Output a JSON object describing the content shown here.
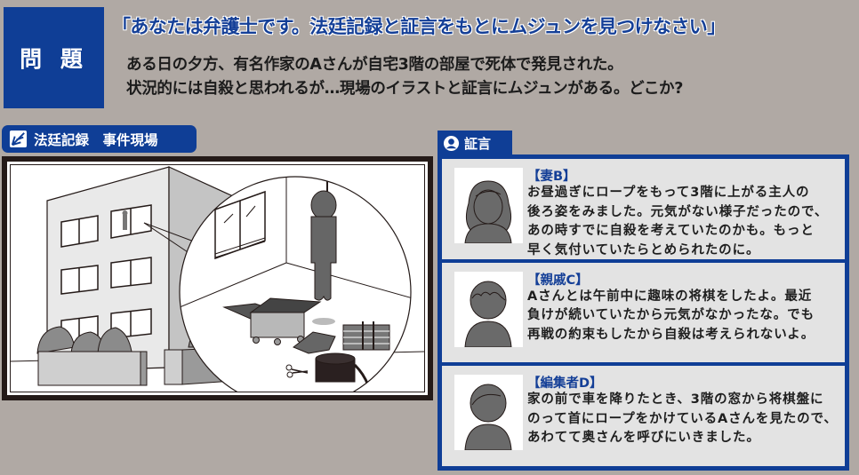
{
  "question": {
    "badge": "問 題",
    "title": "「あなたは弁護士です。法廷記録と証言をもとにムジュンを見つけなさい」",
    "description": [
      "ある日の夕方、有名作家のAさんが自宅3階の部屋で死体で発見された。",
      "状況的には自殺と思われるが…現場のイラストと証言にムジュンがある。どこか?"
    ]
  },
  "record": {
    "tab_icon": "court-record-icon",
    "tab_label": "法廷記録　事件現場",
    "illustration_items": [
      "building",
      "hanging-body",
      "shogi-board",
      "cushion",
      "cushion",
      "bundled-books",
      "rope-coil",
      "scissors",
      "window"
    ]
  },
  "testimony": {
    "tab_icon": "person-icon",
    "tab_label": "証言",
    "items": [
      {
        "name": "【妻B】",
        "avatar": "woman-avatar",
        "lines": [
          "お昼過ぎにロープをもって3階に上がる主人の",
          "後ろ姿をみました。元気がない様子だったので、",
          "あの時すでに自殺を考えていたのかも。もっと",
          "早く気付いていたらとめられたのに。"
        ]
      },
      {
        "name": "【親戚C】",
        "avatar": "man-avatar",
        "lines": [
          "Aさんとは午前中に趣味の将棋をしたよ。最近",
          "負けが続いていたから元気がなかったな。でも",
          "再戦の約束もしたから自殺は考えられないよ。"
        ]
      },
      {
        "name": "【編集者D】",
        "avatar": "man-avatar",
        "lines": [
          "家の前で車を降りたとき、3階の窓から将棋盤に",
          "のって首にロープをかけているAさんを見たので、",
          "あわてて奥さんを呼びにいきました。"
        ]
      }
    ]
  },
  "colors": {
    "background": "#b0a9a4",
    "accent_blue": "#0f3e96",
    "card_bg": "#e3e3e3",
    "frame_dark": "#241a18"
  }
}
